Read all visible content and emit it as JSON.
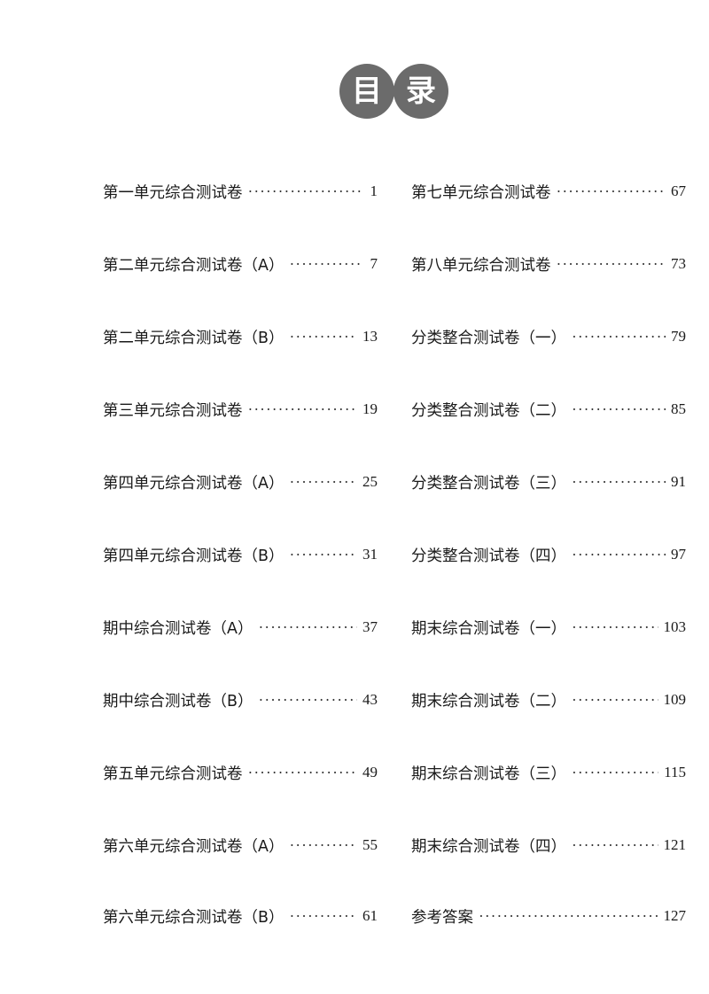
{
  "title": {
    "char1": "目",
    "char2": "录"
  },
  "left_column": [
    {
      "label": "第一单元综合测试卷",
      "page": "1"
    },
    {
      "label": "第二单元综合测试卷（A）",
      "page": "7"
    },
    {
      "label": "第二单元综合测试卷（B）",
      "page": "13"
    },
    {
      "label": "第三单元综合测试卷",
      "page": "19"
    },
    {
      "label": "第四单元综合测试卷（A）",
      "page": "25"
    },
    {
      "label": "第四单元综合测试卷（B）",
      "page": "31"
    },
    {
      "label": "期中综合测试卷（A）",
      "page": "37"
    },
    {
      "label": "期中综合测试卷（B）",
      "page": "43"
    },
    {
      "label": "第五单元综合测试卷",
      "page": "49"
    },
    {
      "label": "第六单元综合测试卷（A）",
      "page": "55"
    },
    {
      "label": "第六单元综合测试卷（B）",
      "page": "61"
    }
  ],
  "right_column": [
    {
      "label": "第七单元综合测试卷",
      "page": "67"
    },
    {
      "label": "第八单元综合测试卷",
      "page": "73"
    },
    {
      "label": "分类整合测试卷（一）",
      "page": "79"
    },
    {
      "label": "分类整合测试卷（二）",
      "page": "85"
    },
    {
      "label": "分类整合测试卷（三）",
      "page": "91"
    },
    {
      "label": "分类整合测试卷（四）",
      "page": "97"
    },
    {
      "label": "期末综合测试卷（一）",
      "page": "103"
    },
    {
      "label": "期末综合测试卷（二）",
      "page": "109"
    },
    {
      "label": "期末综合测试卷（三）",
      "page": "115"
    },
    {
      "label": "期末综合测试卷（四）",
      "page": "121"
    },
    {
      "label": "参考答案",
      "page": "127"
    }
  ]
}
